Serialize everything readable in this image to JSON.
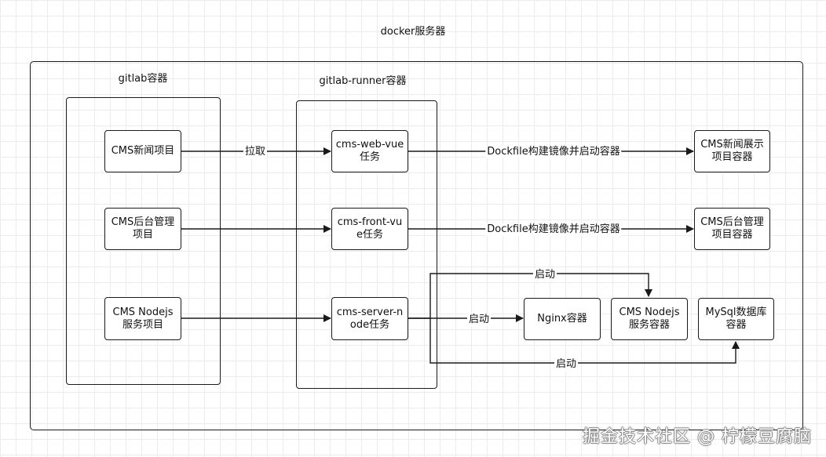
{
  "title": "docker服务器",
  "containers": {
    "gitlab": "gitlab容器",
    "runner": "gitlab-runner容器"
  },
  "nodes": {
    "cms_news_project": "CMS新闻项目",
    "cms_admin_project": "CMS后台管理项目",
    "cms_nodejs_project": "CMS Nodejs服务项目",
    "web_vue_task": "cms-web-vue任务",
    "front_vue_task": "cms-front-vue任务",
    "server_node_task": "cms-server-node任务",
    "news_display_container": "CMS新闻展示项目容器",
    "admin_container": "CMS后台管理项目容器",
    "nginx_container": "Nginx容器",
    "nodejs_service_container": "CMS Nodejs服务容器",
    "mysql_container": "MySql数据库容器"
  },
  "edges": {
    "pull": "拉取",
    "dockerfile_1": "Dockfile构建镜像并启动容器",
    "dockerfile_2": "Dockfile构建镜像并启动容器",
    "start_top": "启动",
    "start_mid": "启动",
    "start_bottom": "启动"
  },
  "watermark": "掘金技术社区 @ 柠檬豆腐脑",
  "colors": {
    "line": "#1a1a1a",
    "grid": "#ececec",
    "background": "#ffffff"
  }
}
